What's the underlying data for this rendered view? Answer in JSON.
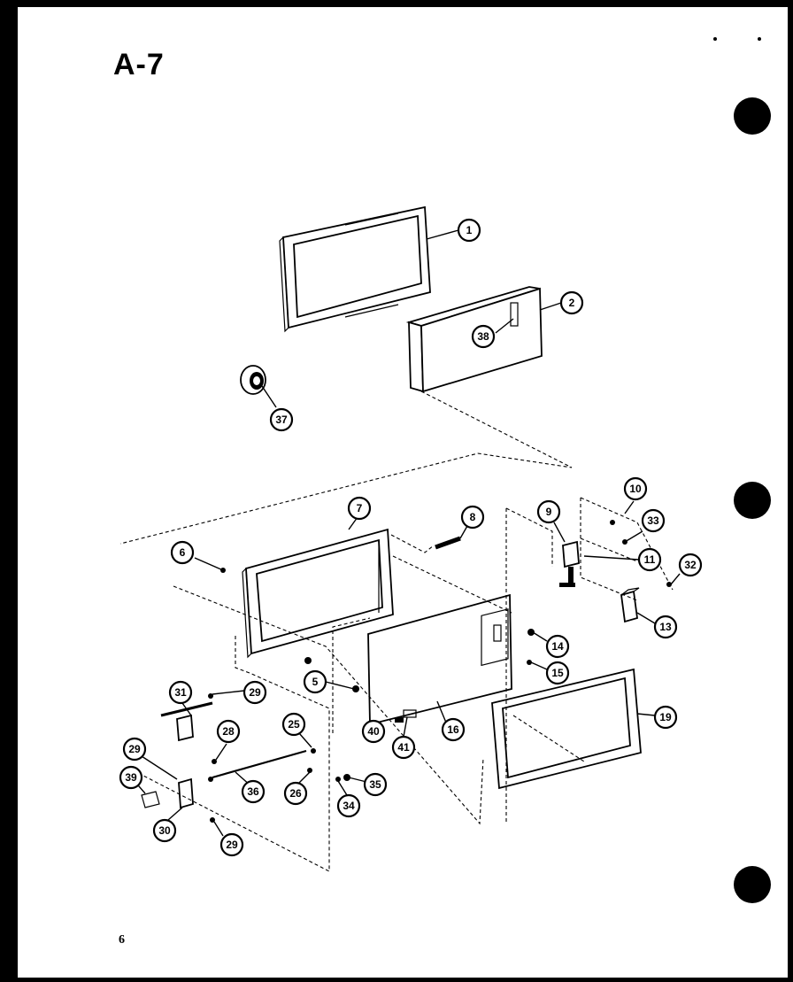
{
  "page_title": "A-7",
  "page_number": "6",
  "callouts": [
    {
      "id": "c1",
      "label": "1"
    },
    {
      "id": "c2",
      "label": "2"
    },
    {
      "id": "c38",
      "label": "38"
    },
    {
      "id": "c37",
      "label": "37"
    },
    {
      "id": "c7",
      "label": "7"
    },
    {
      "id": "c8",
      "label": "8"
    },
    {
      "id": "c6",
      "label": "6"
    },
    {
      "id": "c9",
      "label": "9"
    },
    {
      "id": "c10",
      "label": "10"
    },
    {
      "id": "c33",
      "label": "33"
    },
    {
      "id": "c11",
      "label": "11"
    },
    {
      "id": "c32",
      "label": "32"
    },
    {
      "id": "c13",
      "label": "13"
    },
    {
      "id": "c14",
      "label": "14"
    },
    {
      "id": "c15",
      "label": "15"
    },
    {
      "id": "c5",
      "label": "5"
    },
    {
      "id": "c16",
      "label": "16"
    },
    {
      "id": "c40",
      "label": "40"
    },
    {
      "id": "c41",
      "label": "41"
    },
    {
      "id": "c19",
      "label": "19"
    },
    {
      "id": "c31",
      "label": "31"
    },
    {
      "id": "c29a",
      "label": "29"
    },
    {
      "id": "c28",
      "label": "28"
    },
    {
      "id": "c25",
      "label": "25"
    },
    {
      "id": "c29b",
      "label": "29"
    },
    {
      "id": "c39",
      "label": "39"
    },
    {
      "id": "c36",
      "label": "36"
    },
    {
      "id": "c26",
      "label": "26"
    },
    {
      "id": "c34",
      "label": "34"
    },
    {
      "id": "c35",
      "label": "35"
    },
    {
      "id": "c30",
      "label": "30"
    },
    {
      "id": "c29c",
      "label": "29"
    }
  ]
}
